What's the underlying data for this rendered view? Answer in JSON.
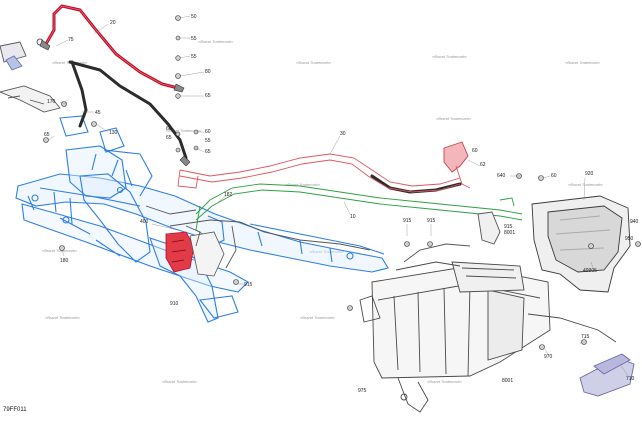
{
  "diagram": {
    "figure_code": "79FF011",
    "watermark_text": "«Brand Trademark»",
    "callouts": [
      {
        "id": "c20",
        "text": "20"
      },
      {
        "id": "c75",
        "text": "75"
      },
      {
        "id": "c50a",
        "text": "50"
      },
      {
        "id": "c55a",
        "text": "55"
      },
      {
        "id": "c55b",
        "text": "55"
      },
      {
        "id": "c80",
        "text": "80"
      },
      {
        "id": "c65a",
        "text": "65"
      },
      {
        "id": "c170",
        "text": "170"
      },
      {
        "id": "c45",
        "text": "45"
      },
      {
        "id": "c130",
        "text": "130"
      },
      {
        "id": "c65b",
        "text": "65"
      },
      {
        "id": "c60a",
        "text": "60"
      },
      {
        "id": "c65c",
        "text": "65"
      },
      {
        "id": "c60b",
        "text": "60"
      },
      {
        "id": "c55c",
        "text": "55"
      },
      {
        "id": "c65d",
        "text": "65"
      },
      {
        "id": "c30",
        "text": "30"
      },
      {
        "id": "c10",
        "text": "10"
      },
      {
        "id": "c60c",
        "text": "60"
      },
      {
        "id": "c62",
        "text": "62"
      },
      {
        "id": "c640",
        "text": "640"
      },
      {
        "id": "c60d",
        "text": "60"
      },
      {
        "id": "c920",
        "text": "920"
      },
      {
        "id": "c940",
        "text": "940"
      },
      {
        "id": "c950",
        "text": "950"
      },
      {
        "id": "c182",
        "text": "182"
      },
      {
        "id": "c915a",
        "text": "915"
      },
      {
        "id": "c915b",
        "text": "915"
      },
      {
        "id": "c915c",
        "text": "915"
      },
      {
        "id": "c8001a",
        "text": "8001"
      },
      {
        "id": "c400",
        "text": "400"
      },
      {
        "id": "c180",
        "text": "180"
      },
      {
        "id": "c910",
        "text": "910"
      },
      {
        "id": "c49905",
        "text": "49905"
      },
      {
        "id": "c715",
        "text": "715"
      },
      {
        "id": "c710",
        "text": "710"
      },
      {
        "id": "c970",
        "text": "970"
      },
      {
        "id": "c8001b",
        "text": "8001"
      },
      {
        "id": "c975",
        "text": "975"
      },
      {
        "id": "c915d",
        "text": "915"
      }
    ]
  }
}
